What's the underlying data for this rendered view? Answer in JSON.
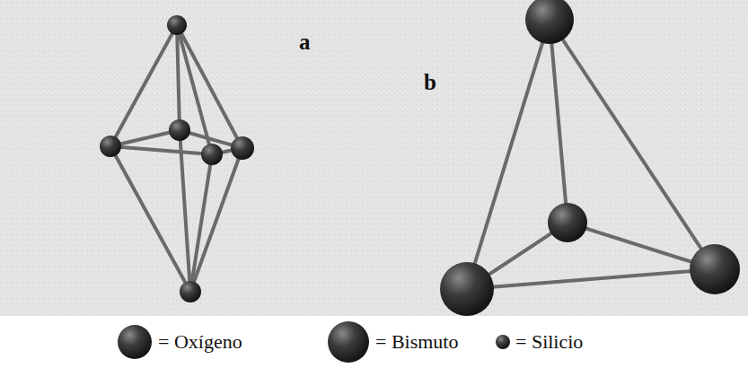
{
  "diagram": {
    "labels": [
      "a",
      "b"
    ],
    "legend": [
      {
        "text": "= Oxígeno"
      },
      {
        "text": "= Bismuto"
      },
      {
        "text": "= Silicio"
      }
    ]
  }
}
